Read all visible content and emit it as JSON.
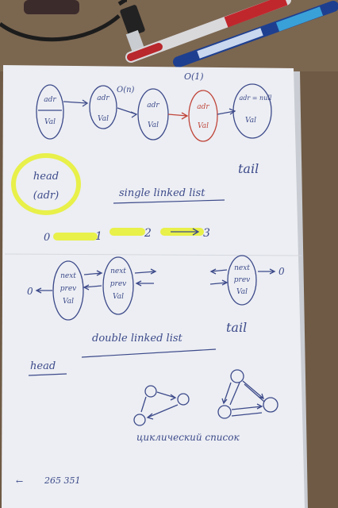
{
  "colors": {
    "desk": "#6f5a45",
    "paper": "#eceef3",
    "ink": "#3d4a8a",
    "red_ink": "#c0453a",
    "highlight": "#e8f04a"
  },
  "notes": {
    "big_o_label": "O(1)",
    "complexity_label": "O(n)",
    "single_nodes": [
      {
        "top": "adr",
        "bottom": "Val"
      },
      {
        "top": "adr",
        "bottom": "Val"
      },
      {
        "top": "adr",
        "bottom": "Val"
      },
      {
        "top": "adr",
        "bottom": "Val"
      },
      {
        "top": "adr = null",
        "bottom": "Val"
      }
    ],
    "tail_label": "tail",
    "head_label": "head",
    "head_sub_label": "(adr)",
    "single_title": "single linked list",
    "steps": [
      "0",
      "1",
      "2",
      "3"
    ],
    "double_nodes": [
      {
        "line1": "next",
        "line2": "prev",
        "line3": "Val"
      },
      {
        "line1": "next",
        "line2": "prev",
        "line3": "Val"
      },
      {
        "line1": "next",
        "line2": "prev",
        "line3": "Val"
      }
    ],
    "null_left": "0",
    "null_right": "0",
    "double_title": "double linked list",
    "tail_label_2": "tail",
    "head_label_2": "head",
    "circular_title": "циклический список",
    "footer_numbers": "265 351"
  }
}
